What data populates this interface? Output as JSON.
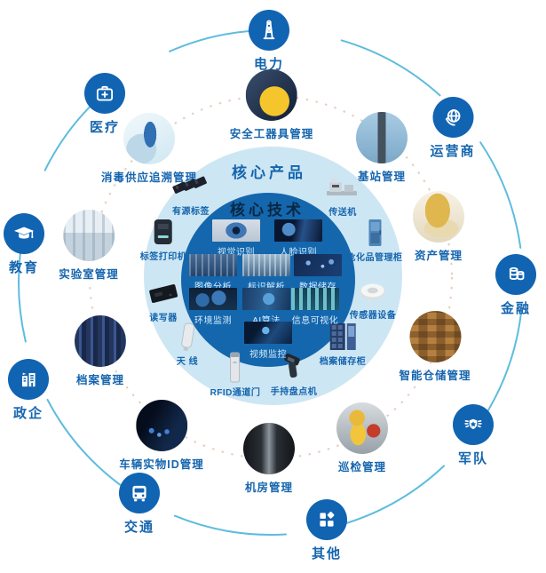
{
  "ring": {
    "title": "核心产品",
    "items": [
      "有源标签",
      "传送机",
      "标签打印机",
      "危化品管理柜",
      "读写器",
      "传感器设备",
      "天 线",
      "档案储存柜",
      "RFID通道门",
      "手持盘点机"
    ]
  },
  "center": {
    "title": "核心技术",
    "items": [
      "视觉识别",
      "人脸识别",
      "图像分析",
      "标识解析",
      "数据储存",
      "环境监测",
      "AI算法",
      "信息可视化",
      "视频监控"
    ]
  },
  "products": {
    "labels": [
      "安全工器具管理",
      "基站管理",
      "资产管理",
      "智能仓储管理",
      "巡检管理",
      "机房管理",
      "车辆实物ID管理",
      "档案管理",
      "实验室管理",
      "消毒供应追溯管理"
    ]
  },
  "sectors": {
    "labels": [
      "电力",
      "运营商",
      "金融",
      "军队",
      "其他",
      "交通",
      "政企",
      "教育",
      "医疗"
    ],
    "icons": [
      "power-tower-icon",
      "globe-icon",
      "coins-icon",
      "shield-icon",
      "grid-icon",
      "bus-icon",
      "building-icon",
      "graduation-cap-icon",
      "medkit-icon"
    ]
  },
  "colors": {
    "accent": "#1164b2",
    "label_blue": "#1565ae",
    "ring_fill": "#cde6f3",
    "inner_fill": "#1467ad",
    "arc_cyan": "#4cb5da",
    "dot_ring": "#ddbaa6"
  }
}
